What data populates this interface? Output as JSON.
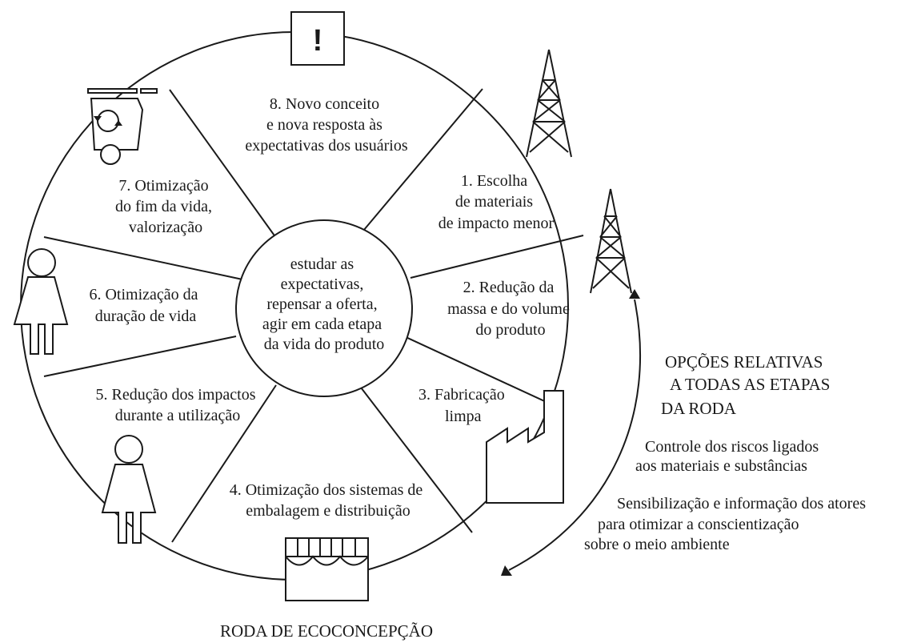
{
  "center": {
    "lines": [
      "estudar as",
      "expectativas,",
      "repensar a oferta,",
      "agir em cada etapa",
      "da vida do produto"
    ]
  },
  "segments": [
    {
      "lines": [
        "1. Escolha",
        "de materiais",
        "de impacto menor"
      ]
    },
    {
      "lines": [
        "2. Redução da",
        "massa e do volume",
        "do produto"
      ]
    },
    {
      "lines": [
        "3. Fabricação",
        "limpa"
      ]
    },
    {
      "lines": [
        "4. Otimização dos sistemas de",
        "embalagem e distribuição"
      ]
    },
    {
      "lines": [
        "5. Redução dos impactos",
        "durante a utilização"
      ]
    },
    {
      "lines": [
        "6. Otimização da",
        "duração de vida"
      ]
    },
    {
      "lines": [
        "7. Otimização",
        "do fim da vida,",
        "valorização"
      ]
    },
    {
      "lines": [
        "8. Novo conceito",
        "e nova resposta às",
        "expectativas dos usuários"
      ]
    }
  ],
  "options": {
    "heading_lines": [
      "OPÇÕES RELATIVAS",
      "A TODAS AS ETAPAS",
      "DA RODA"
    ],
    "item1_lines": [
      "Controle dos riscos ligados",
      "aos materiais e substâncias"
    ],
    "item2_lines": [
      "Sensibilização e informação dos atores",
      "para otimizar a conscientização",
      "sobre o meio ambiente"
    ]
  },
  "warning_symbol": "!",
  "caption": "RODA DE ECOCONCEPÇÃO",
  "icons": [
    "warning-sign-icon",
    "transmission-tower-icon",
    "factory-icon",
    "market-stall-icon",
    "person-icon",
    "recycling-bin-icon"
  ]
}
